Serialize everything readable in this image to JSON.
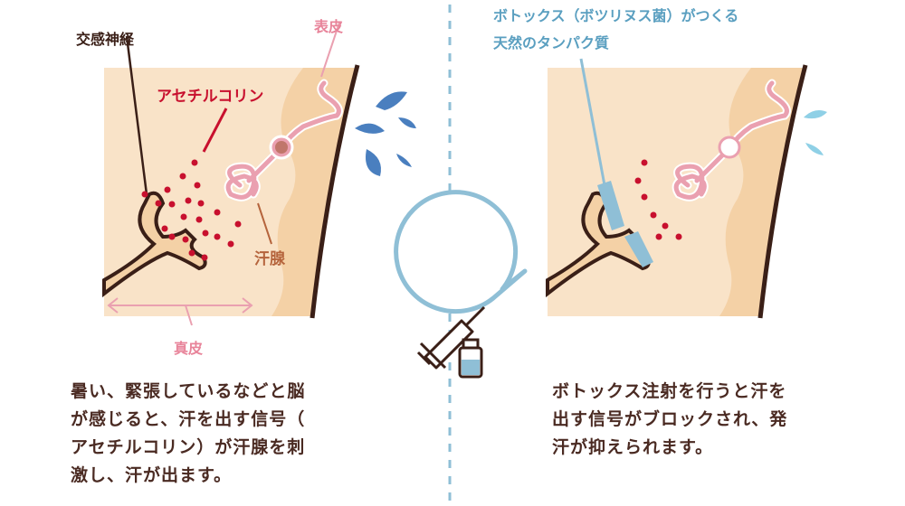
{
  "left": {
    "labels": {
      "sympathetic_nerve": "交感神経",
      "epidermis": "表皮",
      "acetylcholine": "アセチルコリン",
      "sweat_gland": "汗腺",
      "dermis": "真皮"
    },
    "description_lines": [
      "暑い、緊張しているなどと脳",
      "が感じると、汗を出す信号（",
      "アセチルコリン）が汗腺を刺",
      "激し、汗が出ます。"
    ]
  },
  "right": {
    "title_lines": [
      "ボトックス（ボツリヌス菌）がつくる",
      "天然のタンパク質"
    ],
    "description_lines": [
      "ボトックス注射を行うと汗を",
      "出す信号がブロックされ、発",
      "汗が抑えられます。"
    ]
  },
  "colors": {
    "skin": "#f9e3c8",
    "epidermis": "#f4d1a6",
    "outline": "#3a1f17",
    "gland": "#eaa0b0",
    "acetylcholine": "#c8102e",
    "sweat": "#4a7fbf",
    "botox": "#8fbfd6",
    "text": "#4a2a22"
  }
}
